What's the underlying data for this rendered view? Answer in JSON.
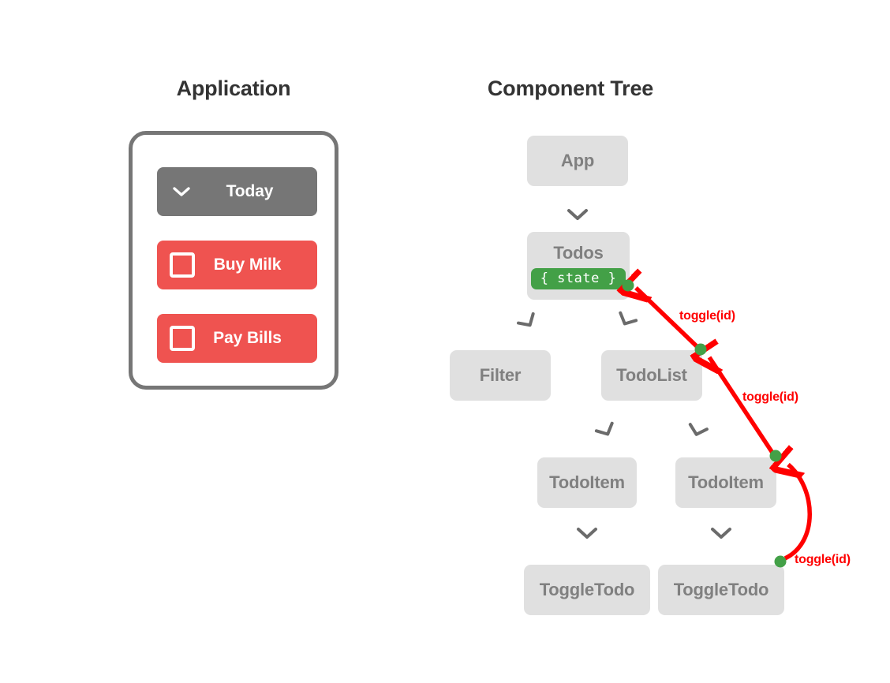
{
  "panels": {
    "application": {
      "title": "Application"
    },
    "component_tree": {
      "title": "Component Tree"
    }
  },
  "application": {
    "rows": [
      {
        "label": "Today",
        "type": "header",
        "icon": "chevron-down-icon",
        "color": "#767676"
      },
      {
        "label": "Buy Milk",
        "type": "task",
        "icon": "checkbox-empty-icon",
        "color": "#ef5350"
      },
      {
        "label": "Pay Bills",
        "type": "task",
        "icon": "checkbox-empty-icon",
        "color": "#ef5350"
      }
    ]
  },
  "component_tree": {
    "nodes": [
      {
        "id": "app",
        "label": "App"
      },
      {
        "id": "todos",
        "label": "Todos",
        "badge": "{ state }"
      },
      {
        "id": "filter",
        "label": "Filter"
      },
      {
        "id": "todolist",
        "label": "TodoList"
      },
      {
        "id": "todoitem_1",
        "label": "TodoItem"
      },
      {
        "id": "todoitem_2",
        "label": "TodoItem"
      },
      {
        "id": "toggletodo_1",
        "label": "ToggleTodo"
      },
      {
        "id": "toggletodo_2",
        "label": "ToggleTodo"
      }
    ],
    "flow_labels": [
      {
        "id": "flow_1",
        "text": "toggle(id)",
        "from": "todolist",
        "to": "todos"
      },
      {
        "id": "flow_2",
        "text": "toggle(id)",
        "from": "todoitem_2",
        "to": "todolist"
      },
      {
        "id": "flow_3",
        "text": "toggle(id)",
        "from": "toggletodo_2",
        "to": "todoitem_2"
      }
    ]
  },
  "colors": {
    "node_fill": "#e0e0e0",
    "node_text": "#808080",
    "state_badge": "#43a047",
    "task_row": "#ef5350",
    "header_row": "#767676",
    "flow_arrow": "#ff0000",
    "flow_dot": "#43a047",
    "card_border": "#767676",
    "title_text": "#333333",
    "background": "#ffffff"
  }
}
